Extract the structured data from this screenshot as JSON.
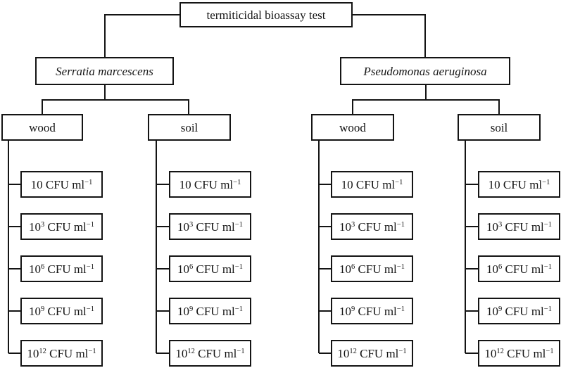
{
  "figure": {
    "root_label": "termiticidal bioassay test",
    "species": [
      {
        "label": "Serratia marcescens"
      },
      {
        "label": "Pseudomonas aeruginosa"
      }
    ],
    "substrates": [
      "wood",
      "soil"
    ],
    "concentrations": [
      {
        "base": "10",
        "exponent": "",
        "unit": "CFU ml",
        "unit_exponent": "−1"
      },
      {
        "base": "10",
        "exponent": "3",
        "unit": "CFU ml",
        "unit_exponent": "−1"
      },
      {
        "base": "10",
        "exponent": "6",
        "unit": "CFU ml",
        "unit_exponent": "−1"
      },
      {
        "base": "10",
        "exponent": "9",
        "unit": "CFU ml",
        "unit_exponent": "−1"
      },
      {
        "base": "10",
        "exponent": "12",
        "unit": "CFU ml",
        "unit_exponent": "−1"
      }
    ],
    "colors": {
      "line": "#141414",
      "text": "#141414",
      "box_background": "#ffffff",
      "page_background": "#ffffff"
    }
  }
}
